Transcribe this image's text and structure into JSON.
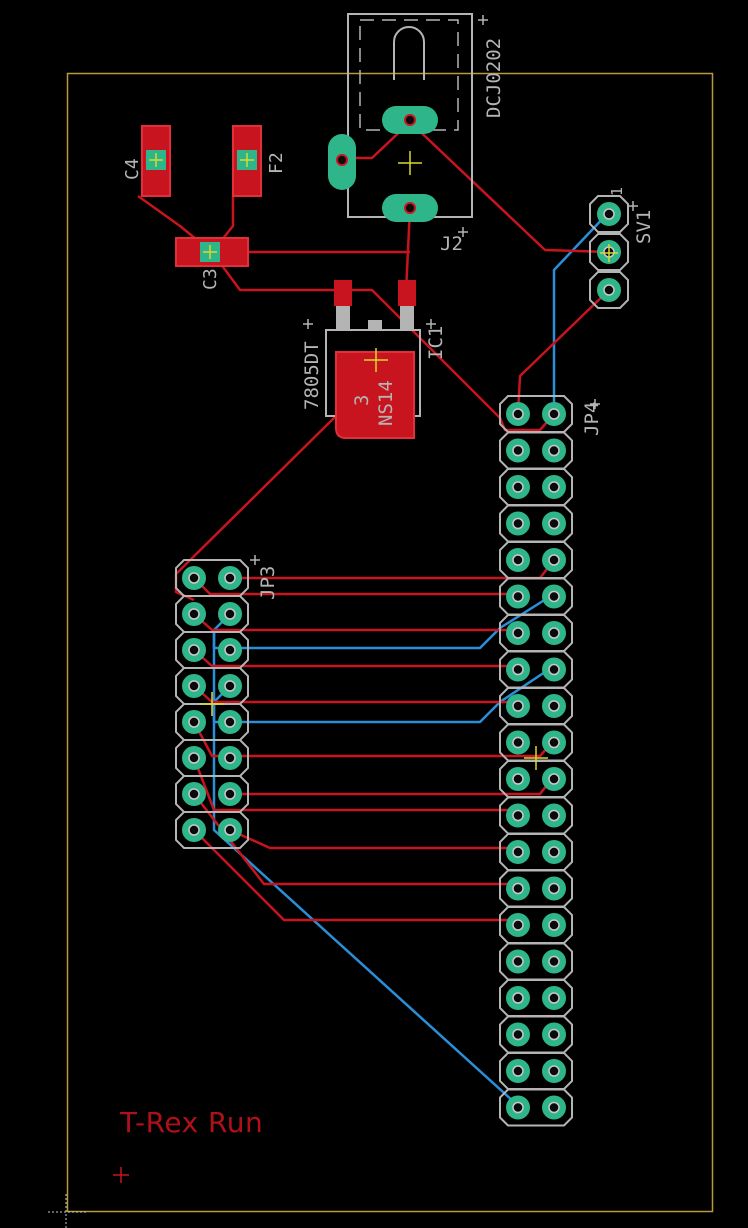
{
  "board": {
    "title": "T-Rex Run",
    "colors": {
      "background": "#000000",
      "outline": "#b89a3a",
      "top_copper": "#c8141e",
      "bottom_copper": "#2a8fd8",
      "pad": "#2fb58a",
      "silkscreen": "#b4b4b4",
      "origin_cross": "#d8d830"
    }
  },
  "components": {
    "dc_jack": {
      "value": "DCJ0202",
      "name": "J2"
    },
    "regulator": {
      "value": "7805DT",
      "name": "IC1",
      "package": "NS14",
      "pin_label": "3"
    },
    "cap_c4": {
      "name": "C4"
    },
    "fuse_f2": {
      "name": "F2"
    },
    "cap_c3": {
      "name": "C3"
    },
    "connector_sv1": {
      "name": "SV1",
      "pin1_label": "1"
    },
    "header_jp4": {
      "name": "JP4"
    },
    "header_jp3": {
      "name": "JP3"
    }
  }
}
